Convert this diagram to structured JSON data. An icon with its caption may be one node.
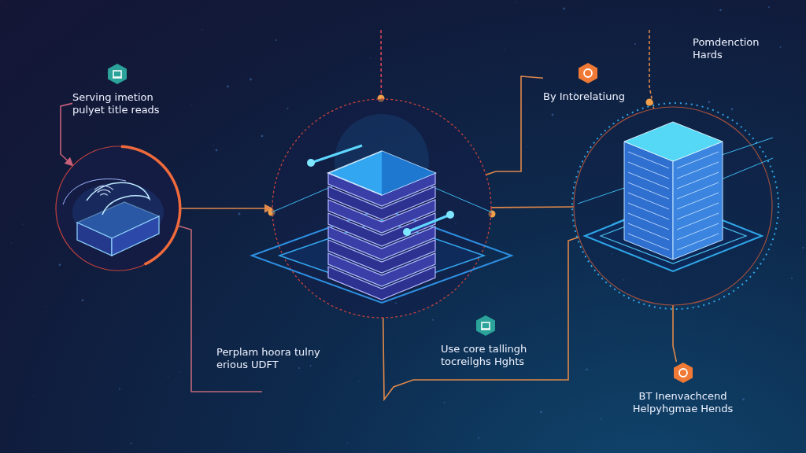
{
  "diagram": {
    "nodes": [
      {
        "text": [
          "Serving imetion pulyet title reads"
        ]
      },
      {
        "text": [
          "By Intorelatiung"
        ]
      },
      {
        "text": [
          "Perplam hoora tulny erious UDFT"
        ]
      },
      {
        "text": [
          "BT Inenvachcend Helpyhgmae Hends"
        ]
      },
      {
        "text": [],
        "shape": "picture"
      },
      {
        "text": [],
        "shape": "picture"
      },
      {
        "text": [],
        "shape": "picture"
      }
    ],
    "edges": [
      {
        "from": 0,
        "to": 4,
        "arrow": "to",
        "color": "#c8607a"
      },
      {
        "from": 4,
        "to": 5,
        "arrow": "to"
      },
      {
        "from": 6,
        "to": 5,
        "arrow": "none"
      },
      {
        "from": 1,
        "to": 5,
        "arrow": "none"
      },
      {
        "from": null,
        "to": 5,
        "arrow": "none",
        "style": "dashed",
        "color": "#d9465a"
      },
      {
        "from": null,
        "to": 6,
        "arrow": "none",
        "style": "dashed"
      },
      {
        "from": 2,
        "to": 4,
        "arrow": "none",
        "color": "#c06a7a"
      },
      {
        "from": 6,
        "to": 5,
        "arrow": "none"
      },
      {
        "from": 6,
        "to": 3,
        "arrow": "none"
      }
    ],
    "labels": [
      "Pomdenction Hards",
      "Use core tallingh tocreilghs Hghts"
    ]
  }
}
